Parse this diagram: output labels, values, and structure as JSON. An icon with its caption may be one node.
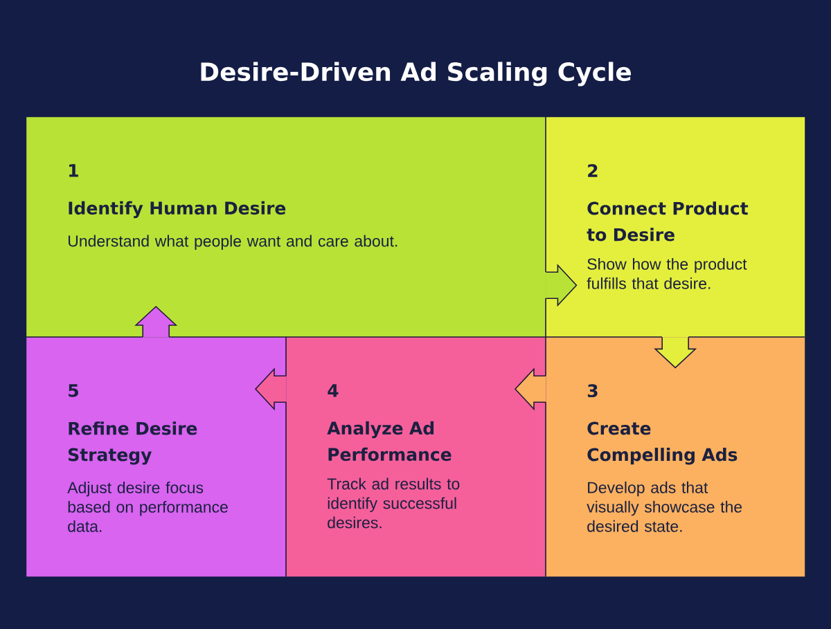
{
  "diagram": {
    "title": "Desire-Driven Ad Scaling Cycle",
    "nodes": [
      {
        "text": [
          "1",
          "Identify Human Desire",
          "Understand what people want and care about."
        ]
      },
      {
        "text": [
          "2",
          "Connect Product to Desire",
          "Show how the product fulfills that desire."
        ]
      },
      {
        "text": [
          "3",
          "Create Compelling Ads",
          "Develop ads that visually showcase the desired state."
        ]
      },
      {
        "text": [
          "4",
          "Analyze Ad Performance",
          "Track ad results to identify successful desires."
        ]
      },
      {
        "text": [
          "5",
          "Refine Desire Strategy",
          "Adjust desire focus based on performance data."
        ]
      }
    ],
    "edges": [
      {
        "from": 0,
        "to": 1,
        "arrow": "to"
      },
      {
        "from": 1,
        "to": 2,
        "arrow": "to"
      },
      {
        "from": 2,
        "to": 3,
        "arrow": "to"
      },
      {
        "from": 3,
        "to": 4,
        "arrow": "to"
      },
      {
        "from": 4,
        "to": 0,
        "arrow": "to"
      }
    ]
  }
}
